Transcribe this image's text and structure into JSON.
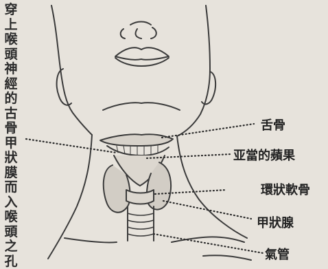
{
  "caption": {
    "text": "穿上喉頭神經的古骨甲狀膜而入喉頭之孔"
  },
  "labels": {
    "hyoid": "舌骨",
    "adams_apple": "亚當的蘋果",
    "cricoid": "環狀軟骨",
    "thyroid": "甲狀腺",
    "trachea": "氣管"
  },
  "colors": {
    "background": "#e7e3dc",
    "ink": "#2b2b2b",
    "shading": "#cfcac2"
  }
}
